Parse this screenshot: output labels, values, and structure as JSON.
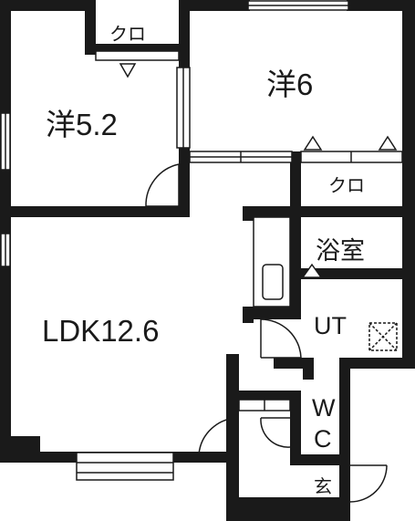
{
  "rooms": {
    "western_52": "洋5.2",
    "western_6": "洋6",
    "ldk": "LDK12.6",
    "bath": "浴室",
    "ut": "UT",
    "closet_top": "クロ",
    "closet_right": "クロ",
    "wc_w": "W",
    "wc_c": "C",
    "genkan": "玄"
  }
}
